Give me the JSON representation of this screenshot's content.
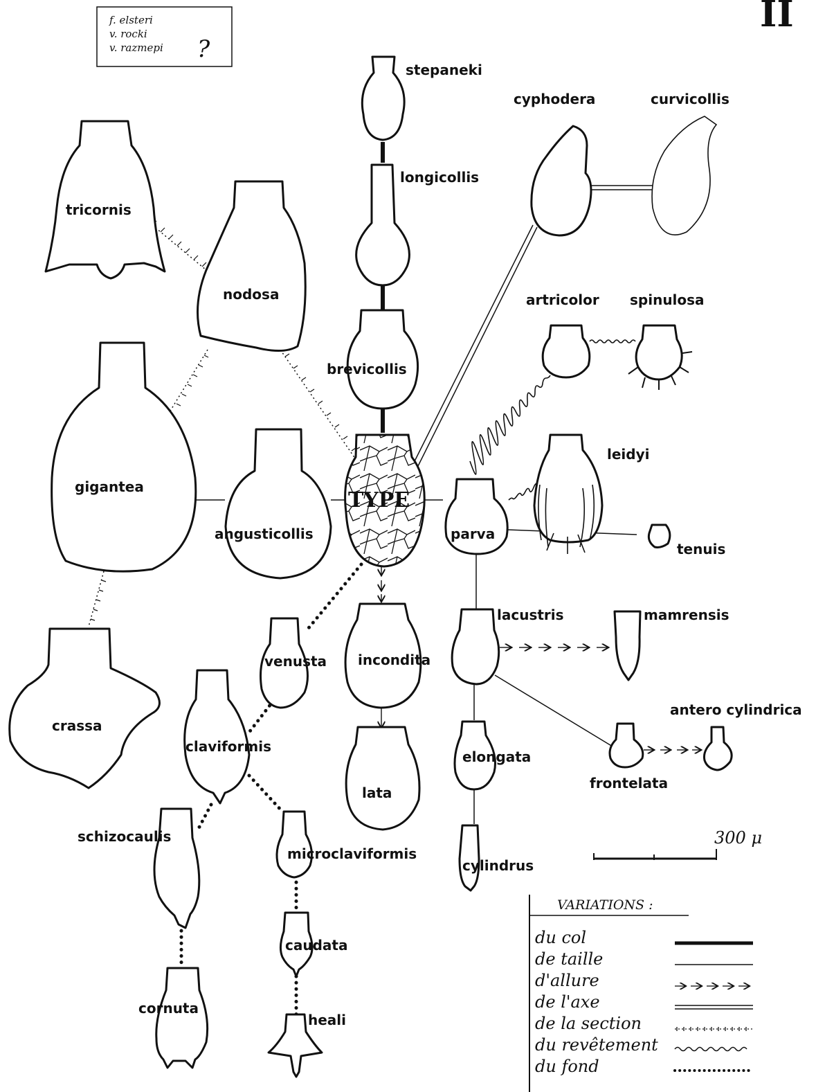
{
  "corner_mark": "II",
  "note_box": {
    "lines": [
      "f. elsteri",
      "v. rocki",
      "v. razmepi"
    ],
    "mark": "?"
  },
  "center_label": "TYPE",
  "labels": {
    "stepaneki": "stepaneki",
    "longicollis": "longicollis",
    "brevicollis": "brevicollis",
    "cyphodera": "cyphodera",
    "curvicollis": "curvicollis",
    "tricornis": "tricornis",
    "nodosa": "nodosa",
    "artricolor": "artricolor",
    "spinulosa": "spinulosa",
    "leidyi": "leidyi",
    "gigantea": "gigantea",
    "angusticollis": "angusticollis",
    "parva": "parva",
    "tenuis": "tenuis",
    "lacustris": "lacustris",
    "mamrensis": "mamrensis",
    "venusta": "venusta",
    "incondita": "incondita",
    "crassa": "crassa",
    "claviformis": "claviformis",
    "antero_cylindrica": "antero cylindrica",
    "elongata": "elongata",
    "frontelata": "frontelata",
    "lata": "lata",
    "schizocaulis": "schizocaulis",
    "microclaviformis": "microclaviformis",
    "cylindrus": "cylindrus",
    "caudata": "caudata",
    "cornuta": "cornuta",
    "heali": "heali"
  },
  "scale_bar": {
    "label": "300 μ"
  },
  "legend": {
    "title": "VARIATIONS :",
    "items": [
      {
        "text": "du col",
        "style": "thick"
      },
      {
        "text": "de taille",
        "style": "thin"
      },
      {
        "text": "d'allure",
        "style": "arrows"
      },
      {
        "text": "de l'axe",
        "style": "double"
      },
      {
        "text": "de la section",
        "style": "crosshatch"
      },
      {
        "text": "du revêtement",
        "style": "wavy"
      },
      {
        "text": "du fond",
        "style": "dotted"
      }
    ]
  }
}
